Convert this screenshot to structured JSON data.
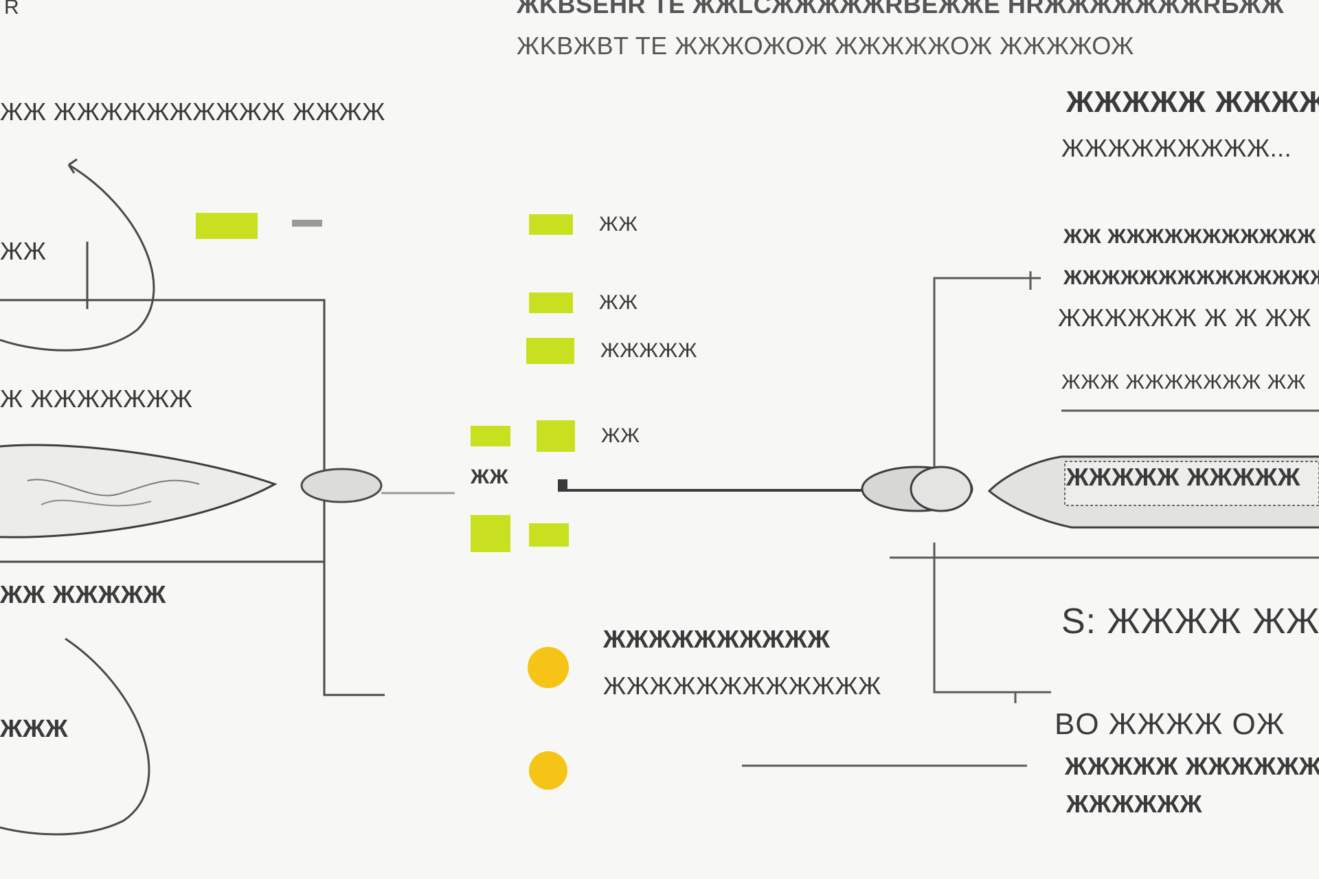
{
  "header": {
    "line1": "ЖKBSEHR TE ЖЖLCЖЖЖЖЖRBEЖЖE HRЖЖЖЖЖЖЖRБЖЖ",
    "line2": "ЖKBЖBT TE ЖЖЖОЖОЖ ЖЖЖЖЖОЖ ЖЖЖЖОЖ"
  },
  "left": {
    "top_label": "ЖЖ ЖЖЖЖЖЖЖЖЖЖ ЖЖЖЖ",
    "corner_label": "R",
    "loop_top_label": "ЖЖ",
    "mid_label": "Ж ЖЖЖЖЖЖЖ",
    "bottom_label": "ЖЖ ЖЖЖЖЖ",
    "loop_bottom_label": "ЖЖЖ"
  },
  "legend": {
    "items": [
      {
        "label": "ЖЖ",
        "color": "#c9e020"
      },
      {
        "label": "ЖЖ",
        "color": "#c9e020"
      },
      {
        "label": "ЖЖЖЖЖ",
        "color": "#c9e020"
      },
      {
        "label": "ЖЖ",
        "color": "#c9e020"
      }
    ],
    "center_label": "ЖЖ",
    "dot_title": "ЖЖЖЖЖЖЖЖЖЖ",
    "dot_subtitle": "ЖЖЖЖЖЖЖЖЖЖЖЖ",
    "dot_color": "#f6c416"
  },
  "right": {
    "title": "ЖЖЖЖЖ ЖЖЖЖ",
    "subtitle": "ЖЖЖЖЖЖЖЖЖ...",
    "line_a": "ЖЖ ЖЖЖЖЖЖЖЖЖЖЖ",
    "line_b": "ЖЖЖЖЖЖЖЖЖЖЖЖЖЖЖ",
    "line_c": "ЖЖЖЖЖЖ Ж Ж ЖЖ",
    "line_d": "ЖЖЖ ЖЖЖЖЖЖЖ ЖЖ",
    "tag_label": "ЖЖЖЖЖ ЖЖЖЖЖ",
    "big_label": "S: ЖЖЖЖ ЖЖ",
    "bottom_title": "BO ЖЖЖЖ OЖ",
    "bottom_line1": "ЖЖЖЖЖ ЖЖЖЖЖЖЖ",
    "bottom_line2": "ЖЖЖЖЖЖ"
  }
}
